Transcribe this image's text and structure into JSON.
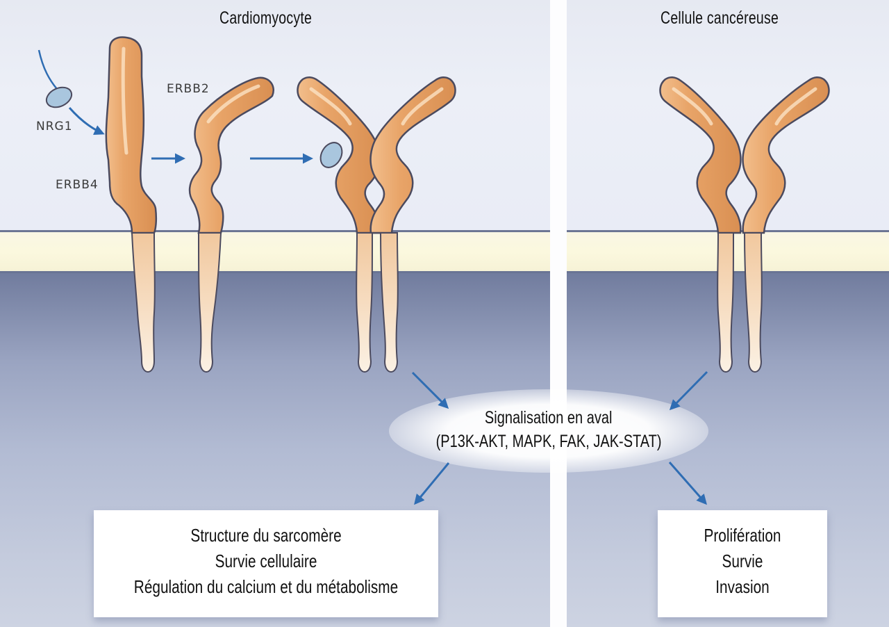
{
  "titles": {
    "left": "Cardiomyocyte",
    "right": "Cellule cancéreuse"
  },
  "labels": {
    "ligand": "NRG1",
    "receptor_a": "ERBB4",
    "receptor_b": "ERBB2"
  },
  "signaling": {
    "line1": "Signalisation en aval",
    "line2": "(P13K-AKT, MAPK, FAK, JAK-STAT)"
  },
  "outcomes_left": [
    "Structure du sarcomère",
    "Survie cellulaire",
    "Régulation du calcium et du métabolisme"
  ],
  "outcomes_right": [
    "Prolifération",
    "Survie",
    "Invasion"
  ],
  "colors": {
    "receptor": "#e6a066",
    "receptor_outline": "#4b4a5e",
    "ligand": "#a9c6de",
    "arrow": "#2f6db3"
  }
}
